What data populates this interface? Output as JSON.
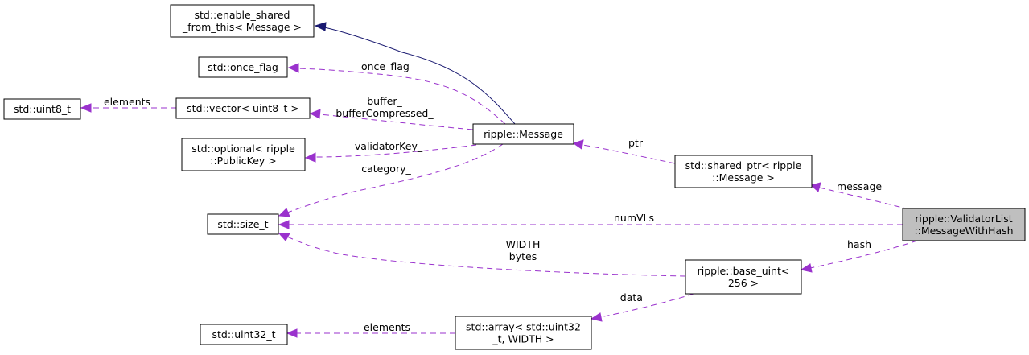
{
  "nodes": {
    "enable_shared": [
      "std::enable_shared",
      "_from_this< Message >"
    ],
    "once_flag": [
      "std::once_flag"
    ],
    "uint8": [
      "std::uint8_t"
    ],
    "vector": [
      "std::vector< uint8_t >"
    ],
    "optional": [
      "std::optional< ripple",
      "::PublicKey >"
    ],
    "message": [
      "ripple::Message"
    ],
    "shared_ptr": [
      "std::shared_ptr< ripple",
      "::Message >"
    ],
    "size_t": [
      "std::size_t"
    ],
    "validator": [
      "ripple::ValidatorList",
      "::MessageWithHash"
    ],
    "base_uint": [
      "ripple::base_uint<",
      "256 >"
    ],
    "uint32": [
      "std::uint32_t"
    ],
    "array": [
      "std::array< std::uint32",
      "_t, WIDTH >"
    ]
  },
  "edges": {
    "once_flag": [
      "once_flag_"
    ],
    "vec_uint8": [
      "elements"
    ],
    "msg_vector": [
      "buffer_",
      "bufferCompressed_"
    ],
    "msg_optional": [
      "validatorKey_"
    ],
    "msg_size": [
      "category_"
    ],
    "sp_msg": [
      "ptr"
    ],
    "val_sp": [
      "message"
    ],
    "val_size": [
      "numVLs"
    ],
    "val_base": [
      "hash"
    ],
    "base_size": [
      "WIDTH",
      "bytes"
    ],
    "base_array": [
      "data_"
    ],
    "array_uint32": [
      "elements"
    ]
  },
  "colors": {
    "usage_edge": "#9a32cd",
    "inherit_edge": "#191970",
    "focus_fill": "#bfbfbf"
  }
}
